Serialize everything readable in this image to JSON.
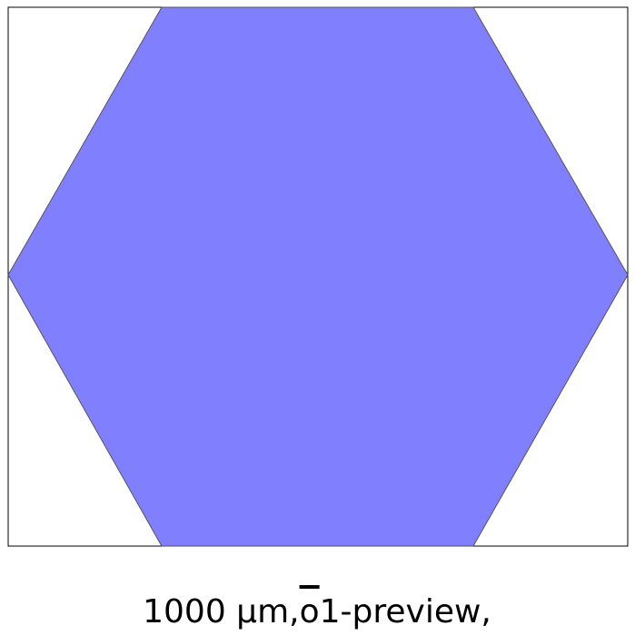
{
  "figure": {
    "shape": "hexagon",
    "fill_color": "#8080ff",
    "stroke_color": "#555555",
    "frame_color": "#000000"
  },
  "caption": {
    "prefix": "1000 μm,",
    "overlined": "o",
    "suffix": "1-preview,"
  }
}
